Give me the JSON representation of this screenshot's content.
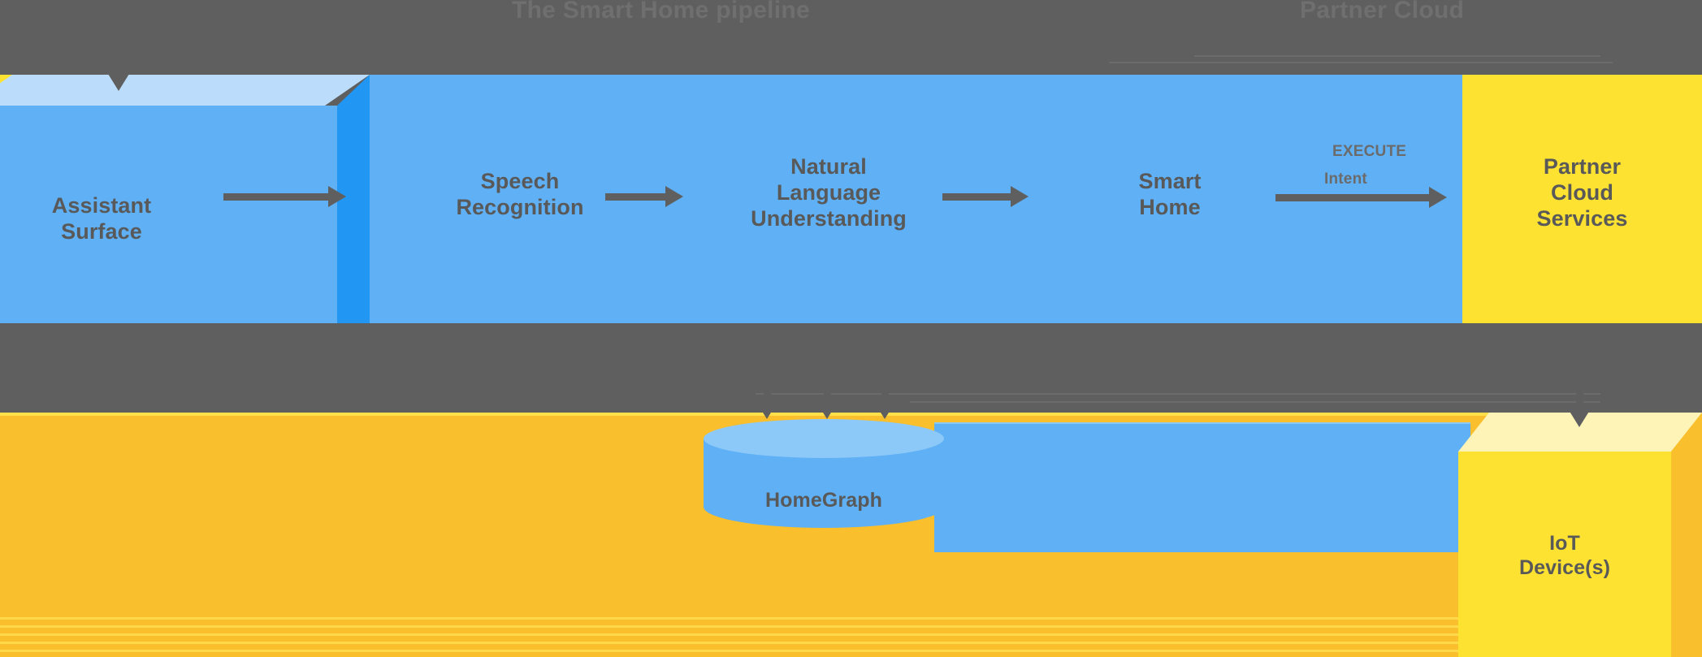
{
  "diagram": {
    "title_left": "The Smart Home pipeline",
    "title_right": "Partner Cloud",
    "background_color": "#5F5F5F",
    "accent_blue": "#5FB0F5",
    "accent_blue_dark": "#2196F3",
    "accent_blue_light": "#BBDDFB",
    "accent_yellow": "#FDE231",
    "accent_orange": "#FABF2C",
    "text_color": "#595959"
  },
  "nodes": {
    "assistant_surface": {
      "label": "Assistant\nSurface",
      "shape": "cube",
      "color": "#5FB0F5"
    },
    "speech_recognition": {
      "label": "Speech\nRecognition",
      "shape": "stage",
      "color": "#5FB0F5"
    },
    "natural_language_understanding": {
      "label": "Natural\nLanguage\nUnderstanding",
      "shape": "stage",
      "color": "#5FB0F5"
    },
    "smart_home": {
      "label": "Smart\nHome",
      "shape": "stage",
      "color": "#5FB0F5"
    },
    "partner_cloud_services": {
      "label": "Partner\nCloud\nServices",
      "shape": "box",
      "color": "#FDE231"
    },
    "home_graph": {
      "label": "HomeGraph",
      "shape": "cylinder",
      "color": "#5FB0F5"
    },
    "iot_devices": {
      "label": "IoT\nDevice(s)",
      "shape": "cube",
      "color": "#FDE231"
    }
  },
  "edge_labels": {
    "execute_line_1": "EXECUTE",
    "execute_line_2": "Intent"
  },
  "arrows": [
    {
      "name": "surface-to-speech",
      "direction": "right"
    },
    {
      "name": "speech-to-nlu",
      "direction": "right"
    },
    {
      "name": "nlu-to-smarthome",
      "direction": "right"
    },
    {
      "name": "smarthome-to-partner",
      "direction": "right"
    },
    {
      "name": "into-assistant-surface",
      "direction": "down"
    },
    {
      "name": "into-homegraph-1",
      "direction": "down"
    },
    {
      "name": "into-homegraph-2",
      "direction": "down"
    },
    {
      "name": "into-homegraph-3",
      "direction": "down"
    },
    {
      "name": "into-iot-devices",
      "direction": "down"
    }
  ]
}
